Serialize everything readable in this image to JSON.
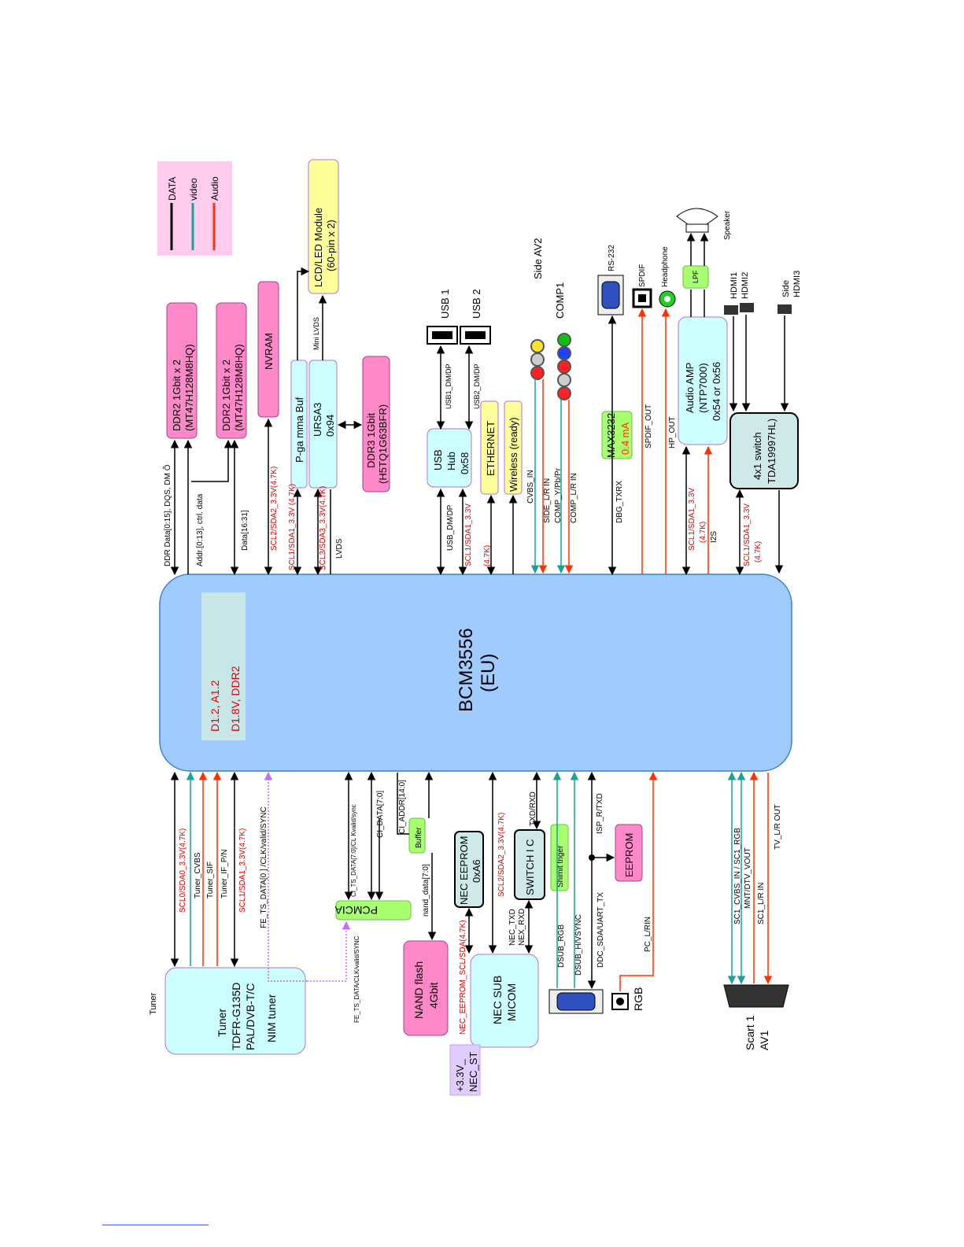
{
  "chip": {
    "name": "BCM3556",
    "sub": "(EU)",
    "note1": "D1.2, A1.2",
    "note2": "D1.8V, DDR2"
  },
  "legend": {
    "data": "DATA",
    "video": "video",
    "audio": "Audio"
  },
  "colors": {
    "data": "#000000",
    "video": "#17a398",
    "audio": "#ff3300",
    "i2c": "#ff0000",
    "chip_fill": "#9fcbff",
    "pink": "#ff88c8",
    "cyan": "#ccffff",
    "yellow": "#ffff99",
    "teal": "#cfe8e8",
    "green": "#a8ff70",
    "lavender": "#d9c6ff"
  },
  "blocks": {
    "ddr2a": {
      "l1": "DDR2 1Gbit x 2",
      "l2": "(MT47H128M8HQ)"
    },
    "ddr2b": {
      "l1": "DDR2 1Gbit x 2",
      "l2": "(MT47H128M8HQ)"
    },
    "nvram": "NVRAM",
    "pgamma": "P-ga mma Buf",
    "ursa": {
      "l1": "URSA3",
      "l2": "0x94"
    },
    "lcd": {
      "l1": "LCD/LED Module",
      "l2": "(60-pin x 2)"
    },
    "ddr3": {
      "l1": "DDR3 1Gbit",
      "l2": "(H5TQ1G63BFR)"
    },
    "usbhub": {
      "l1": "USB",
      "l2": "Hub",
      "l3": "0x58"
    },
    "ethernet": "ETHERNET",
    "wireless": "Wireless (ready)",
    "max3232": {
      "l1": "MAX3232",
      "l2": "0.4 mA"
    },
    "audioamp": {
      "l1": "Audio AMP",
      "l2": "(NTP7000)",
      "l3": "0x54 or 0x56"
    },
    "lpf": "LPF",
    "hdmisw": {
      "l1": "4x1 switch",
      "l2": "TDA19997HL)"
    },
    "tuner": {
      "l1": "Tuner",
      "l2": "TDFR-G135D",
      "l3": "PAL/DVB-T/C",
      "l4": "NIM tuner"
    },
    "pcmcia": "PCMCIA",
    "buffer": "Buffer",
    "nand": {
      "l1": "NAND flash",
      "l2": "4Gbit"
    },
    "neceeprom": {
      "l1": "NEC EEPROM",
      "l2": "0xA6"
    },
    "nmicom": {
      "l1": "NEC SUB",
      "l2": "MICOM"
    },
    "switchic": "SWITCH I C",
    "shimit": "Shimit triger",
    "eeprom": "EEPROM",
    "nec33": {
      "l1": "+3.3V_",
      "l2": "NEC_ST"
    }
  },
  "connectors": {
    "usb1": "USB 1",
    "usb2": "USB 2",
    "sideav2": "Side AV2",
    "comp1": "COMP1",
    "rs232": "RS-232",
    "spdif": "SPDIF",
    "headphone": "Headphone",
    "speaker": "Speaker",
    "hdmi1": "HDMI1",
    "hdmi2": "HDMI2",
    "side": "Side",
    "hdmi3": "HDMI3",
    "tunerlbl": "Tuner",
    "rgb": "RGB",
    "scart": "Scart 1",
    "av1": "AV1"
  },
  "signals": {
    "ddrdata": "DDR Data[0:15], DQS, DM Õ",
    "addr": "Addr.[0:13], ctrl. data",
    "data1631": "Data[16:31]",
    "scl2top": "SCL2/SDA2_3.3V(4.7K)",
    "scl1top": "SCL1/SDA1_3.3V (4.7K)",
    "scl3": "SCL3/SDA3_3.3V(4.7K)",
    "lvds": "LVDS",
    "minilvds": "Mini LVDS",
    "usbdmdp": "USB_DM/DP",
    "usb1dm": "USB1_DM/DP",
    "usb2dm": "USB2_DM/DP",
    "scl1usb": "SCL1/SDA1_3.3V",
    "k47a": "(4.7K)",
    "cvbsin": "CVBS_IN",
    "sidelr": "SIDE_L/R IN",
    "compypbpr": "COMP_Y/Pb/Pr",
    "complr": "COMP_L/R IN",
    "dbgtxrx": "DBG_TXRX",
    "spdifout": "SPDIF_OUT",
    "hpout": "HP_OUT",
    "scl1amp": "SCL1/SDA1_3.3V",
    "k47b": "(4.7K)",
    "i2s": "I2S",
    "scl1hdmi": "SCL1/SDA1_3.3V",
    "k47c": "(4.7K)",
    "scl0": "SCL0/SDA0_3.3V(4.7K)",
    "tunercvbs": "Tuner_CVBS",
    "tunersif": "Tuner_SIF",
    "tunerif": "Tuner_IF_P/N",
    "scl1tuner": "SCL1/SDA1_3.3V(4.7K)",
    "fets": "FE_TS_DATA[0 ] /CLK/valid/SYNC",
    "cits": "CI_TS_DATA[7:0]/CL Kvalid/sync",
    "cidata": "CI_DATA[7:0]",
    "ciaddr": "CI_ADDR[14:0]",
    "nanddata": "nand_data[7:0]",
    "fets2": "FE_TS_DATA/CLK/valid/SYNC",
    "necsda": "NEC_EEPROM_SCL/SDA(4.7K)",
    "scl2bot": "SCL2/SDA2_3.3V(4.7K)",
    "nectxd": "NEC_TXD",
    "necrxd": "NEX_RXD",
    "txdrxd": "TXD/RXD",
    "dsubrgb": "DSUB_RGB",
    "dsubhv": "DSUB_H/VSYNC",
    "ddcsda": "DDC_SDA/UART_TX",
    "isp": "ISP_R/TXD",
    "pclrin": "PC_L/RIN",
    "sc1cvbs": "SC1_CVBS_IN / SC1_RGB",
    "mntdtv": "MNT/DTV_VOUT",
    "sc1lr": "SC1_L/R IN",
    "tvlrout": "TV_L/R OUT"
  }
}
